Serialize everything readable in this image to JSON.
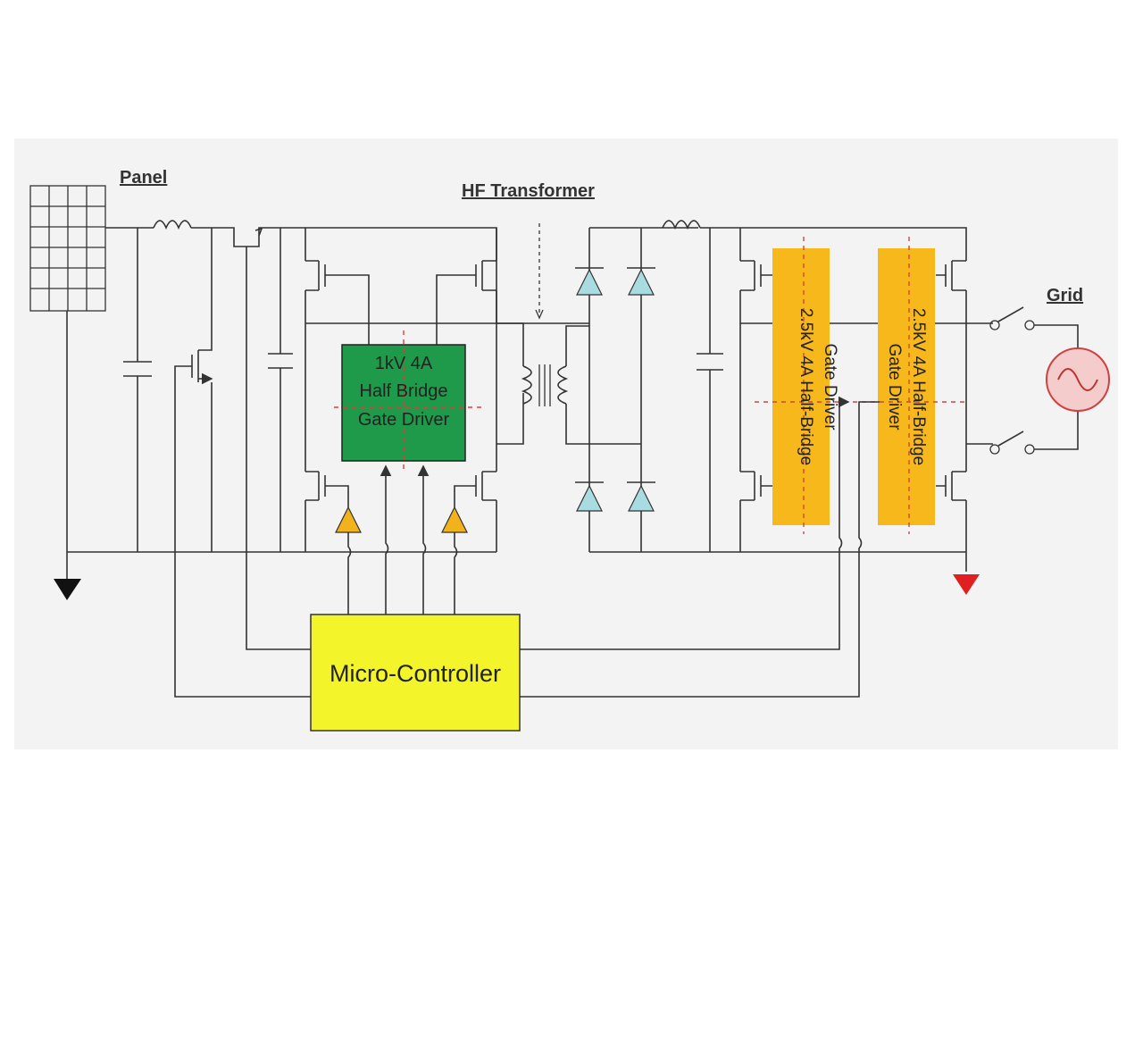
{
  "labels": {
    "panel": "Panel",
    "hf_transformer": "HF Transformer",
    "grid": "Grid"
  },
  "blocks": {
    "gate_driver_1kv": [
      "1kV 4A",
      "Half Bridge",
      "Gate Driver"
    ],
    "gate_driver_2_5kv_a": [
      "2.5kV 4A Half-Bridge",
      "Gate Driver"
    ],
    "gate_driver_2_5kv_b": [
      "2.5kV 4A Half-Bridge",
      "Gate Driver"
    ],
    "micro_controller": "Micro-Controller"
  },
  "colors": {
    "background": "#f3f3f3",
    "gate_driver_1kv": "#1f9a4a",
    "gate_driver_2_5kv": "#f6b81b",
    "micro_controller": "#f4f42a",
    "diode": "#a9dce0",
    "buffer": "#f2b21c",
    "ac_source": "#f4cccc",
    "grid_ground": "#e02020",
    "dashed_line": "#d94040"
  },
  "icons": [
    "solar-panel-icon",
    "inductor-icon",
    "capacitor-icon",
    "mosfet-icon",
    "diode-icon",
    "transformer-icon",
    "buffer-triangle-icon",
    "switch-icon",
    "ac-source-icon",
    "ground-icon"
  ]
}
